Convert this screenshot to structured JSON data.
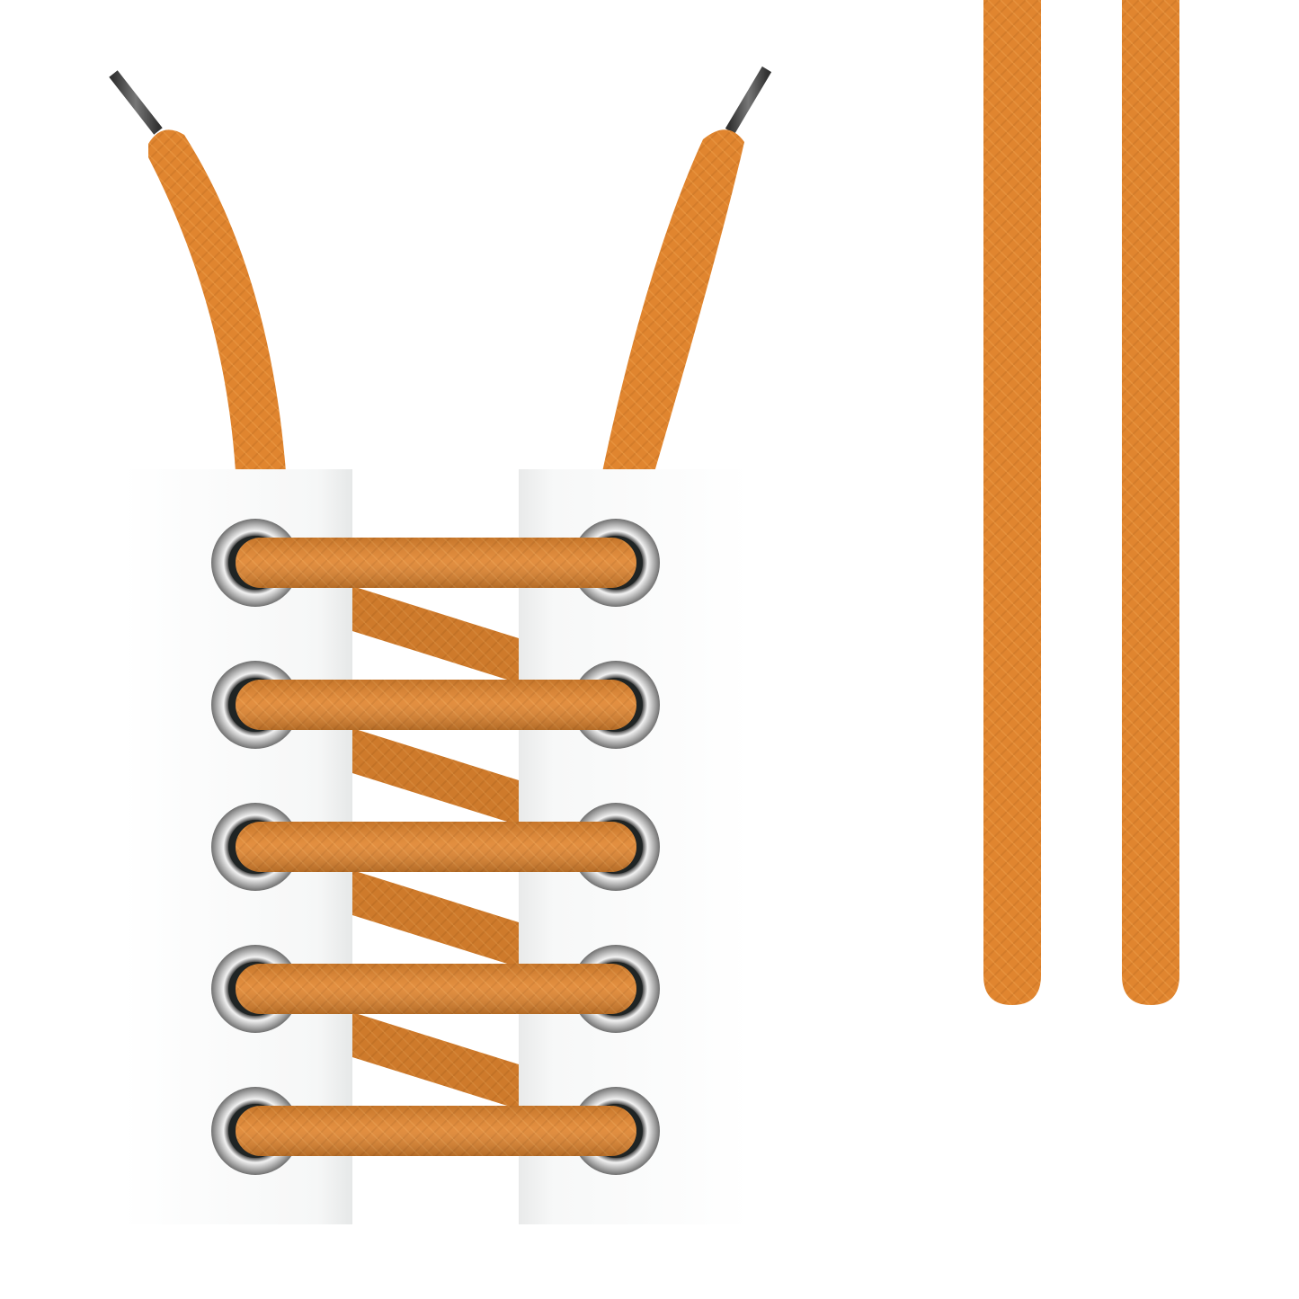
{
  "illustration": {
    "subject": "shoelaces",
    "eyelet_rows": 5,
    "loose_laces": 2
  },
  "colors": {
    "background": "#ffffff",
    "lace": "#e0852f",
    "lace_dark": "#c56e22",
    "lace_light": "#eb9a45",
    "aglet": "#4a4a4a",
    "eyelet_ring": "#a8a8a8",
    "eyelet_hole": "#1f2424",
    "panel": "#f7f8f8"
  }
}
